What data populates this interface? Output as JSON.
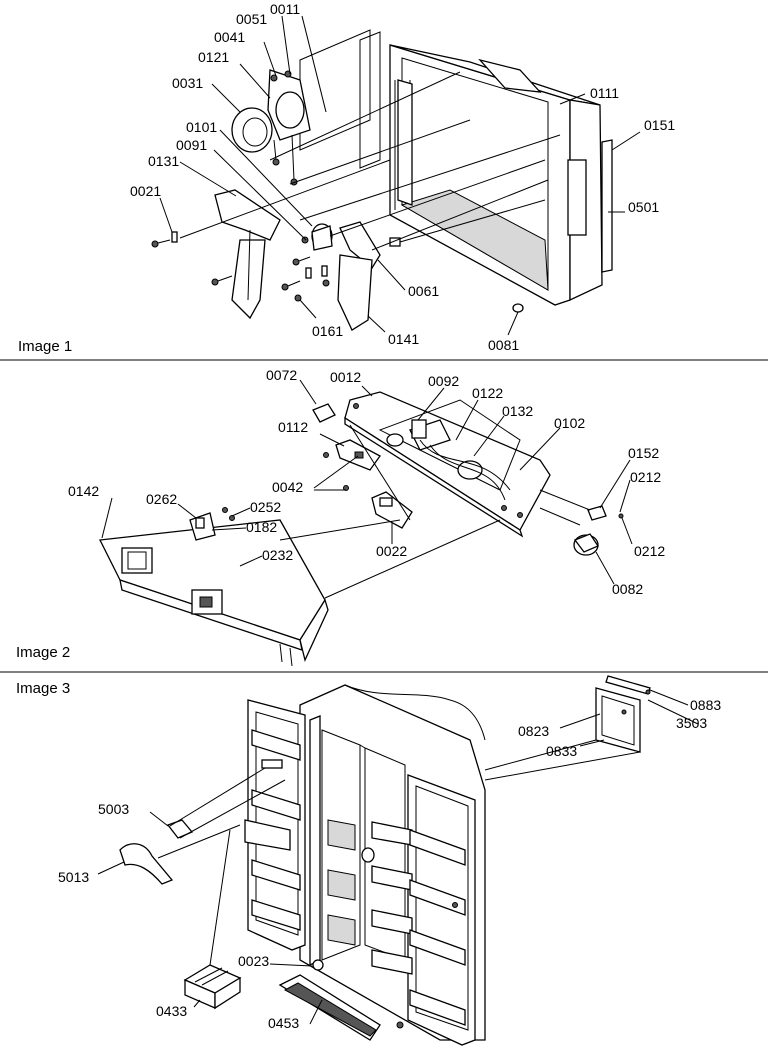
{
  "panels": [
    {
      "caption": "Image 1",
      "part_numbers": [
        "0011",
        "0051",
        "0041",
        "0121",
        "0031",
        "0101",
        "0091",
        "0131",
        "0021",
        "0111",
        "0151",
        "0501",
        "0061",
        "0161",
        "0141",
        "0081"
      ]
    },
    {
      "caption": "Image 2",
      "part_numbers": [
        "0072",
        "0012",
        "0092",
        "0122",
        "0132",
        "0112",
        "0102",
        "0152",
        "0212",
        "0142",
        "0262",
        "0252",
        "0182",
        "0042",
        "0232",
        "0022",
        "0212",
        "0082"
      ]
    },
    {
      "caption": "Image 3",
      "part_numbers": [
        "0883",
        "0823",
        "3503",
        "0833",
        "5003",
        "5013",
        "0023",
        "0433",
        "0453"
      ]
    }
  ]
}
